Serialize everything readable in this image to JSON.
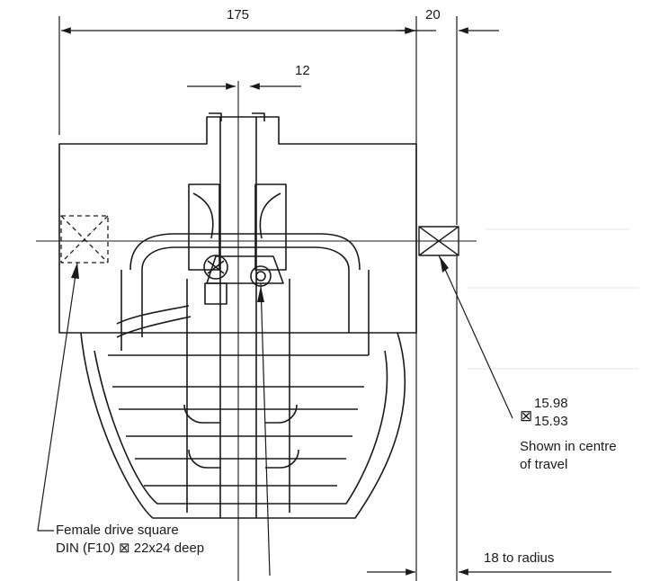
{
  "dimensions": {
    "overall_width": "175",
    "shaft_width": "12",
    "offset": "20",
    "radius_note": "18 to radius"
  },
  "callouts": {
    "square_upper": "15.98",
    "square_lower": "15.93",
    "centre_line1": "Shown in centre",
    "centre_line2": "of travel",
    "drive_line1": "Female drive square",
    "drive_line2": "DIN (F10) ⊠ 22x24 deep"
  },
  "square_symbol": "⊠",
  "colors": {
    "ink": "#1a1a1a",
    "ghost": "#d8d8d8"
  }
}
